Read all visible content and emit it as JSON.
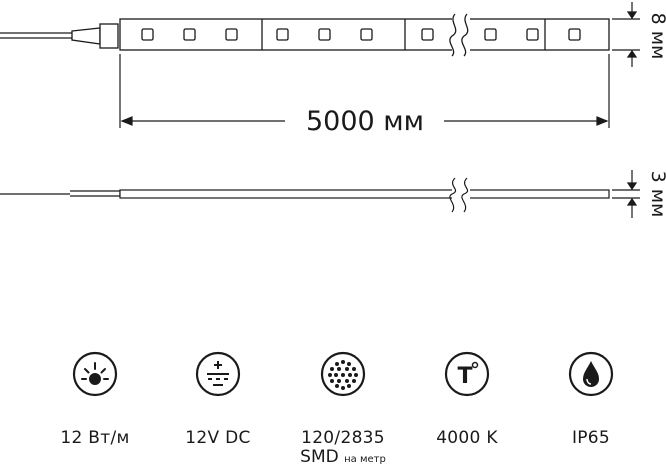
{
  "dimensions": {
    "length": "5000 мм",
    "width": "8 мм",
    "thickness": "3 мм"
  },
  "specs": [
    {
      "id": "power",
      "icon": "sun-bulb-icon",
      "label": "12 Вт/м"
    },
    {
      "id": "voltage",
      "icon": "dc-power-icon",
      "label": "12V DC"
    },
    {
      "id": "leds",
      "icon": "led-matrix-icon",
      "label": "120/2835",
      "sub_main": "SMD",
      "sub_small": "на метр"
    },
    {
      "id": "color-temp",
      "icon": "temperature-icon",
      "label": "4000 K"
    },
    {
      "id": "protection",
      "icon": "water-drop-icon",
      "label": "IP65"
    }
  ]
}
